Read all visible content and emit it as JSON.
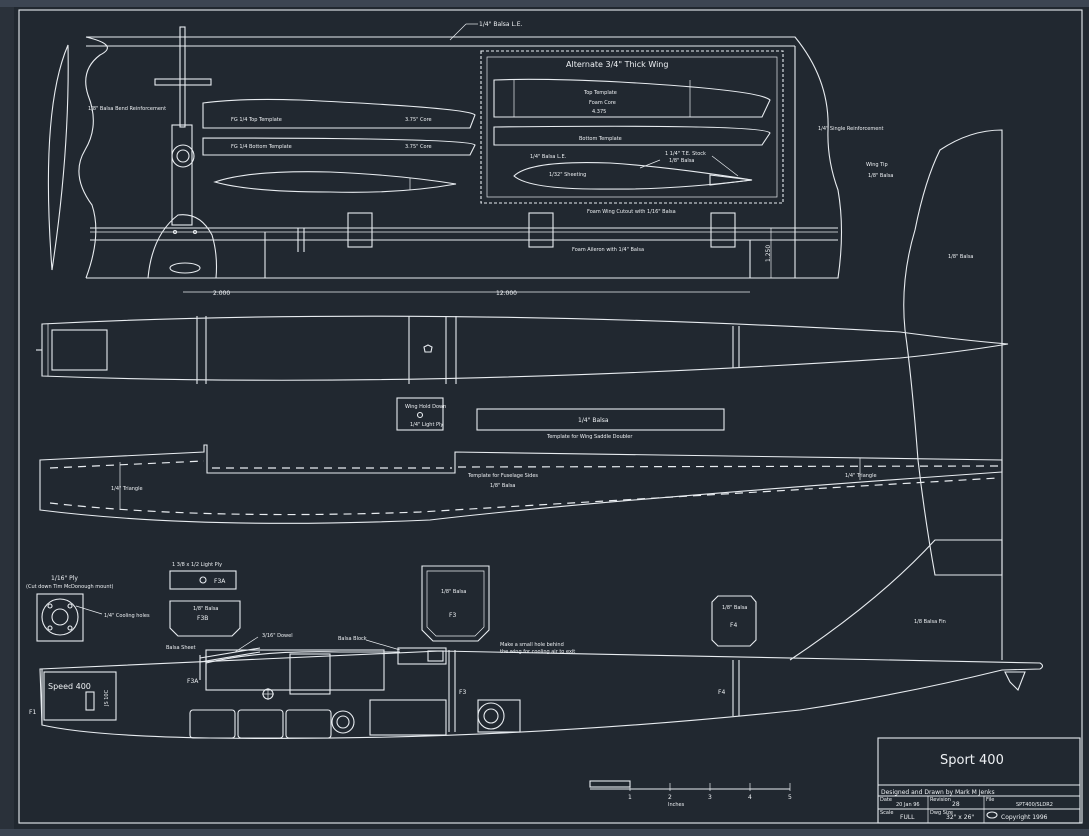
{
  "wing": {
    "le_label": "1/4\" Balsa L.E.",
    "bend_label": "1/8\" Balsa Bend Reinforcement",
    "single_label": "1/4\" Single Reinforcement",
    "tip_label": "Wing Tip",
    "tip_sub": "1/8\" Balsa",
    "cutout_label": "Foam Wing Cutout with 1/16\" Balsa",
    "aileron_label": "Foam Aileron with 1/4\" Balsa",
    "top_template": "FG 1/4 Top Template",
    "top_core": "3.75\" Core",
    "bottom_template": "FG 1/4 Bottom Template",
    "bottom_core": "3.75\" Core",
    "dim_height": "1.250",
    "dim_left": "2.000",
    "dim_right": "12.000"
  },
  "alt_wing": {
    "title": "Alternate 3/4\" Thick Wing",
    "top_template": "Top Template",
    "foam_core": "Foam Core",
    "foam_dim": "4.375",
    "bottom_template": "Bottom Template",
    "le_label": "1/4\" Balsa L.E.",
    "sheeting_label": "1/32\" Sheeting",
    "te_label": "1 1/4\" T.E. Stock",
    "te_sub": "1/8\" Balsa"
  },
  "fuselage": {
    "hold_down_label": "Wing Hold Down",
    "hold_down_sub": "1/4\" Light Ply",
    "saddle_label": "1/4\" Balsa",
    "saddle_caption": "Template for Wing Saddle Doubler",
    "triangle_left": "1/4\" Triangle",
    "triangle_right": "1/4\" Triangle",
    "side_template": "Template for Fuselage Sides",
    "side_sub": "1/8\" Balsa",
    "fin_label": "1/8\" Balsa",
    "fin_bottom_label": "1/8 Balsa Fin"
  },
  "formers": {
    "ply_title": "1/16\" Ply",
    "ply_sub": "(Cut down Tim McDonough mount)",
    "cooling_label": "1/4\" Cooling holes",
    "f3a_title": "1 3/8 x 1/2 Light Ply",
    "f3a_label": "F3A",
    "f3b_title": "1/8\" Balsa",
    "f3b_label": "F3B",
    "f3_title": "1/8\" Balsa",
    "f3_label": "F3",
    "f4_title": "1/8\" Balsa",
    "f4_label": "F4",
    "dowel_label": "3/16\" Dowel",
    "block_label": "Balsa Block",
    "sheet_label": "Balsa Sheet",
    "hole_note": "Make a small hole behind",
    "hole_note2": "the wing for cooling air to exit",
    "motor_label": "Speed 400",
    "motor_code": "JS 10C",
    "f1": "F1",
    "f3a_side": "F3A",
    "f3_side": "F3",
    "f4_side": "F4"
  },
  "scale": {
    "ticks": [
      "1",
      "2",
      "3",
      "4",
      "5"
    ],
    "unit": "Inches"
  },
  "title_block": {
    "title": "Sport 400",
    "designer": "Designed and Drawn by Mark M Jenks",
    "date_label": "Date",
    "date": "20 Jan 96",
    "rev_label": "Revision",
    "rev": "28",
    "file_label": "File",
    "file": "SPT400/SLDR2",
    "scale_label": "Scale",
    "scale": "FULL",
    "size_label": "Dwg Size",
    "size": "32\" x 26\"",
    "copyright": "Copyright 1996"
  }
}
